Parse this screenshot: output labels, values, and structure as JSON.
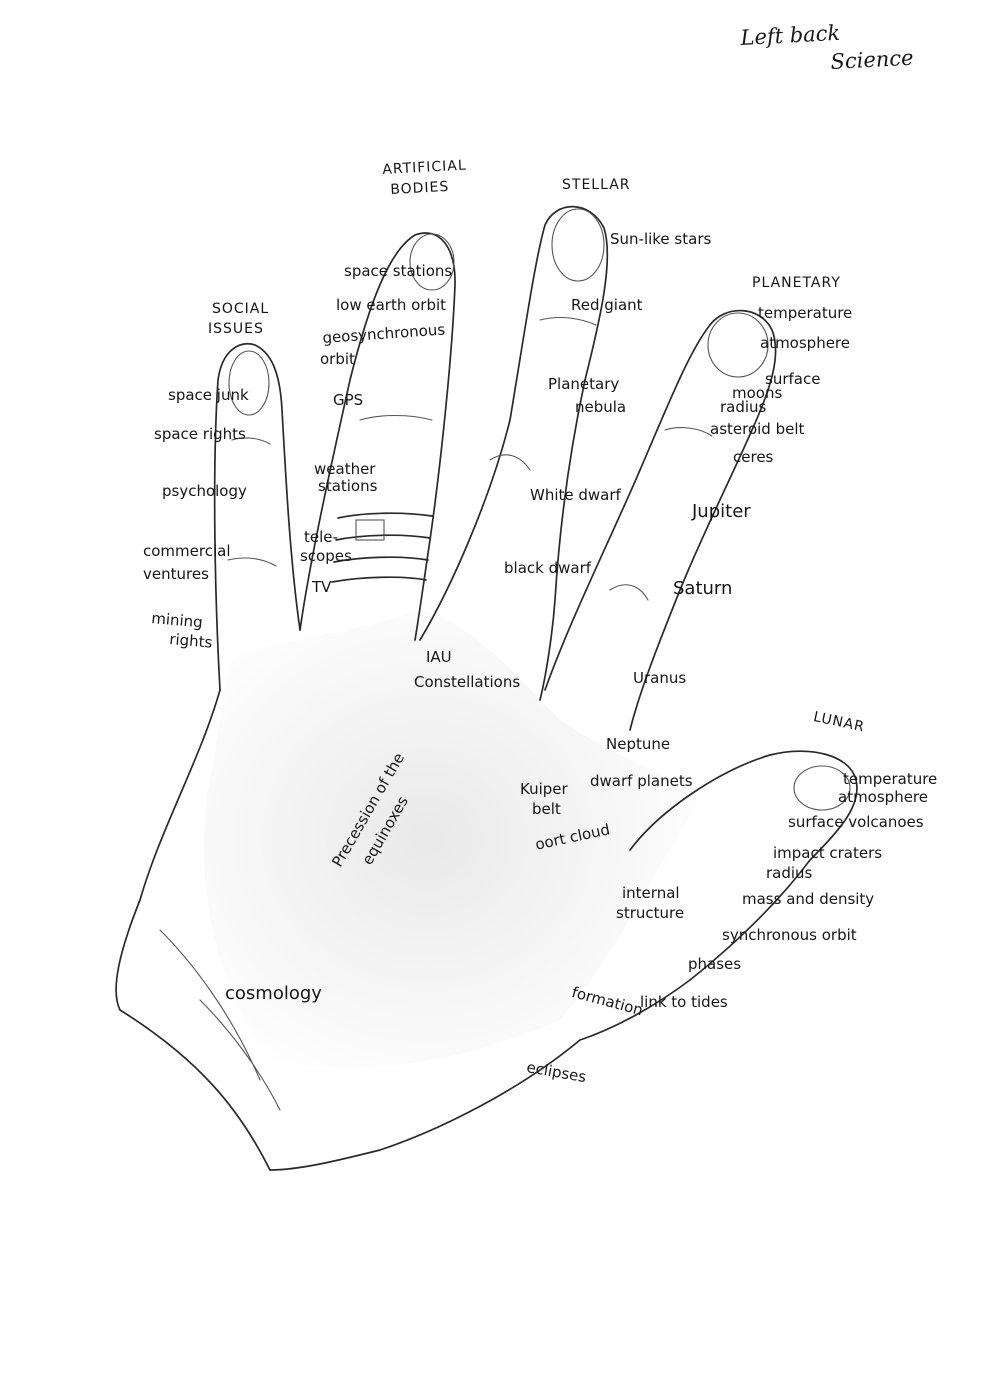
{
  "title": {
    "line1": "Left back",
    "line2": "Science"
  },
  "groups": {
    "social": {
      "heading": [
        "SOCIAL",
        "ISSUES"
      ],
      "items": [
        "space junk",
        "space rights",
        "psychology",
        "commercial",
        "ventures",
        "mining",
        "rights"
      ]
    },
    "artificial": {
      "heading": [
        "ARTIFICIAL",
        "BODIES"
      ],
      "items": [
        "space stations",
        "low earth orbit",
        "geosynchronous",
        "orbit",
        "GPS",
        "weather",
        "stations",
        "tele-",
        "scopes",
        "TV"
      ]
    },
    "stellar": {
      "heading": [
        "STELLAR"
      ],
      "items": [
        "Sun-like stars",
        "Red giant",
        "Planetary",
        "nebula",
        "White dwarf",
        "black dwarf"
      ]
    },
    "planetary": {
      "heading": [
        "PLANETARY"
      ],
      "items": [
        "temperature",
        "atmosphere",
        "surface",
        "moons",
        "radius",
        "asteroid belt",
        "ceres",
        "Jupiter",
        "Saturn",
        "Uranus",
        "Neptune",
        "dwarf planets",
        "Kuiper",
        "belt",
        "oort cloud"
      ]
    },
    "lunar": {
      "heading": [
        "LUNAR"
      ],
      "items": [
        "temperature",
        "atmosphere",
        "surface volcanoes",
        "impact craters",
        "radius",
        "mass and density",
        "synchronous orbit",
        "internal",
        "structure",
        "phases",
        "link to tides",
        "formation",
        "eclipses"
      ]
    },
    "palm": {
      "items": [
        "IAU",
        "Constellations",
        "Precession of the",
        "equinoxes",
        "cosmology"
      ]
    }
  }
}
